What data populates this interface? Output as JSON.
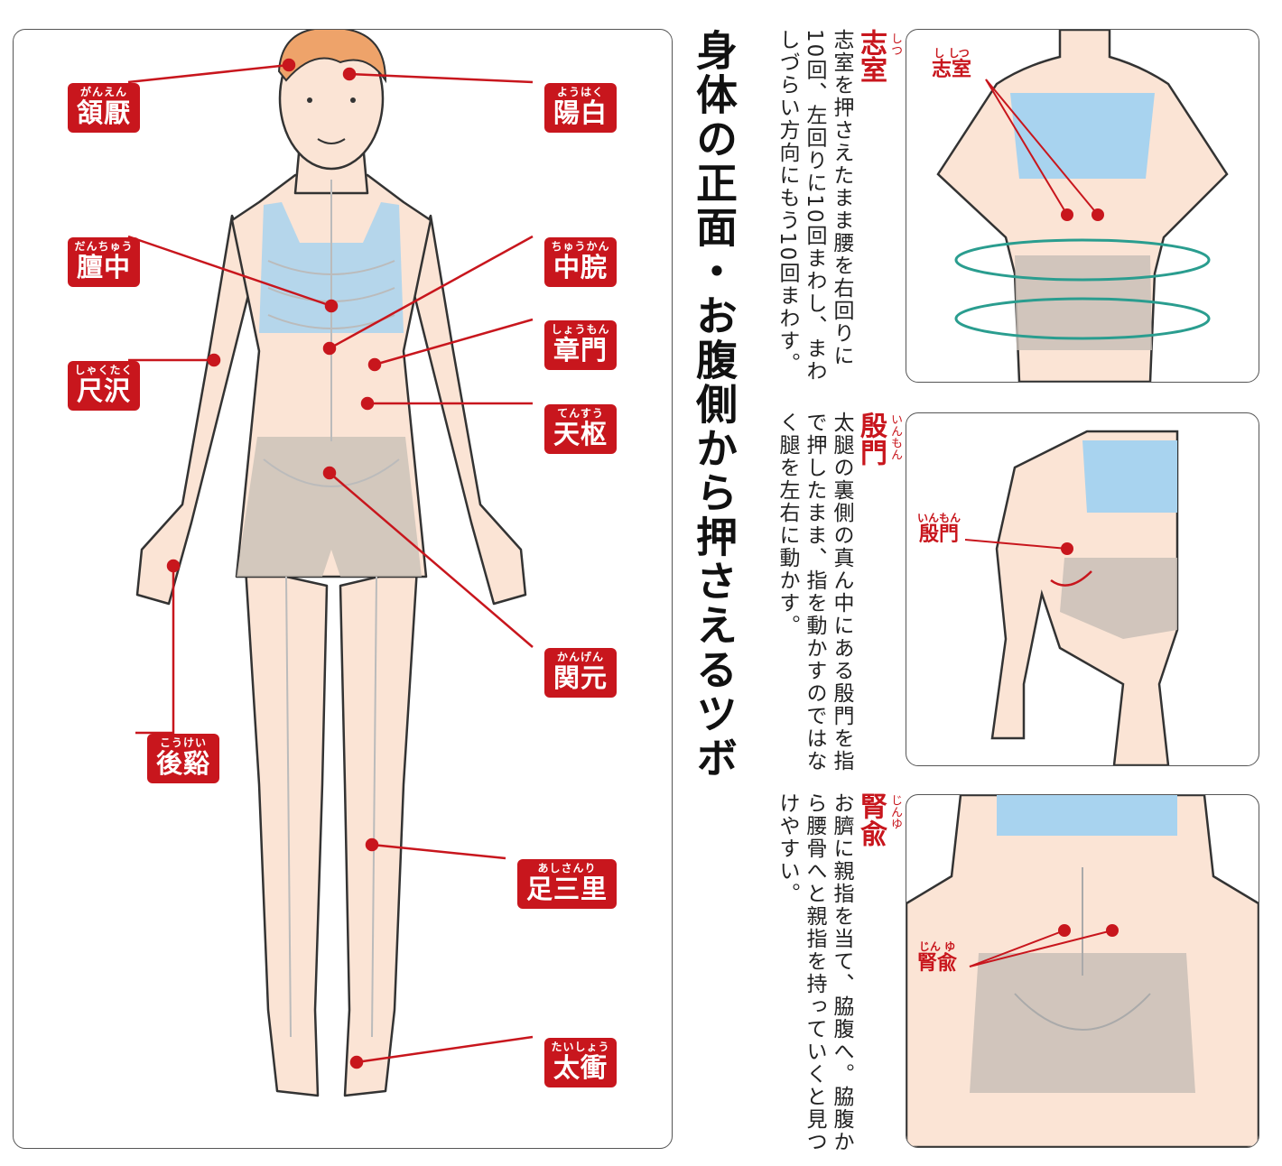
{
  "title": "身体の正面・お腹側から押さえるツボ",
  "points": [
    {
      "name": "頷厭",
      "reading": "がんえん"
    },
    {
      "name": "陽白",
      "reading": "ようはく"
    },
    {
      "name": "膻中",
      "reading": "だんちゅう"
    },
    {
      "name": "中脘",
      "reading": "ちゅうかん"
    },
    {
      "name": "章門",
      "reading": "しょうもん"
    },
    {
      "name": "尺沢",
      "reading": "しゃくたく"
    },
    {
      "name": "天枢",
      "reading": "てんすう"
    },
    {
      "name": "関元",
      "reading": "かんげん"
    },
    {
      "name": "後谿",
      "reading": "こうけい"
    },
    {
      "name": "足三里",
      "reading": "あしさんり"
    },
    {
      "name": "太衝",
      "reading": "たいしょう"
    }
  ],
  "panels": [
    {
      "name": "志室",
      "reading": "しつ",
      "callout_reading": "し しつ",
      "description": "志室を押さえたまま腰を右回りに10回、左回りに10回まわし、まわしづらい方向にもう10回まわす。"
    },
    {
      "name": "殷門",
      "reading": "いんもん",
      "callout_reading": "いんもん",
      "description": "太腿の裏側の真ん中にある殷門を指で押したまま、指を動かすのではなく腿を左右に動かす。"
    },
    {
      "name": "腎兪",
      "reading": "じんゆ",
      "callout_reading": "じん ゆ",
      "description": "お臍に親指を当て、脇腹へ。脇腹から腰骨へと親指を持っていくと見つけやすい。"
    }
  ],
  "colors": {
    "accent": "#c8161d",
    "skin": "#fbe4d5",
    "bra": "#a8d3ef",
    "shorts": "#c9c0b7",
    "hair": "#eea36a",
    "arrow": "#2a9d8f"
  }
}
